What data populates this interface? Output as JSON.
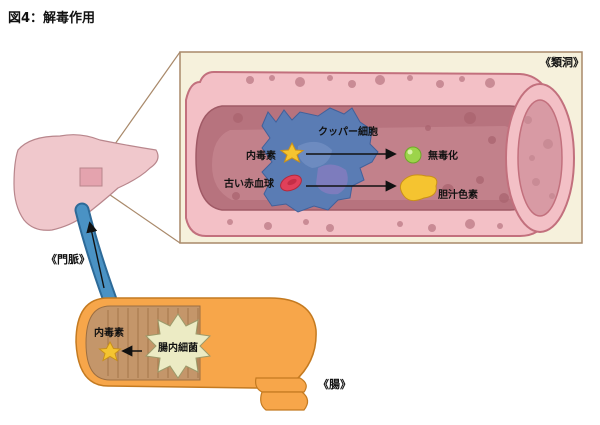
{
  "figure": {
    "title": "図4：解毒作用"
  },
  "labels": {
    "sinusoid": "《類洞》",
    "kupffer_cell": "クッパー細胞",
    "endotoxin_top": "内毒素",
    "detoxified": "無毒化",
    "old_rbc": "古い赤血球",
    "bile_pigment": "胆汁色素",
    "portal_vein": "《門脈》",
    "endotoxin_bottom": "内毒素",
    "gut_bacteria": "腸内細菌",
    "intestine": "《腸》"
  },
  "colors": {
    "frame_border": "#a9896a",
    "zoom_box_bg": "#f6f1dc",
    "vessel_wall": "#f3c0c6",
    "vessel_outline": "#c2707d",
    "vessel_lumen": "#b7737e",
    "kupffer_cell": "#5a7cb4",
    "liver": "#f0c8cc",
    "portal_vein": "#4a92c4",
    "intestine": "#f7a64a",
    "intestine_inner": "#c4966a",
    "bacteria": "#ecebc4",
    "star": "#f5c430",
    "detox_ball": "#9cd44a",
    "bile_pigment": "#f5c430",
    "red_blood_cell": "#e0405a"
  },
  "icons": {
    "endotoxin": "star-icon",
    "bacteria": "spiky-burst-icon",
    "detoxified": "green-sphere-icon",
    "bile_pigment": "yellow-blob-icon",
    "red_blood_cell": "red-blood-cell-icon"
  }
}
